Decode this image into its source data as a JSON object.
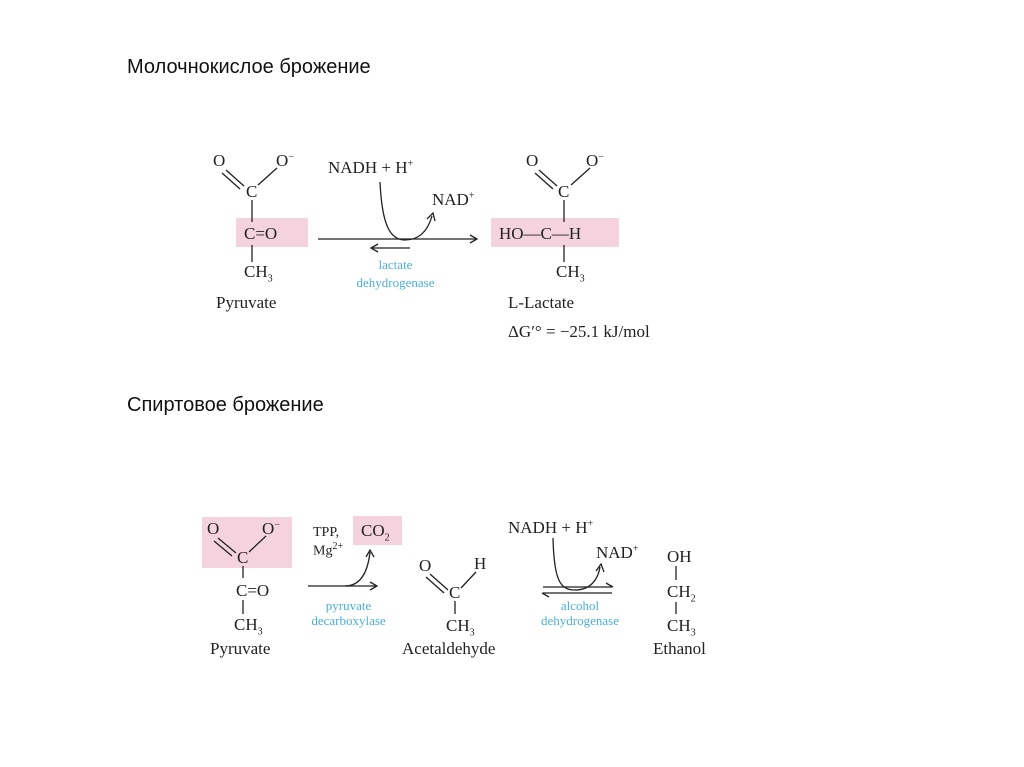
{
  "slide": {
    "title_lactic": "Молочнокислое брожение",
    "title_alcoholic": "Спиртовое брожение",
    "colors": {
      "highlight": "#f4d3df",
      "enzyme": "#4ab0dc"
    }
  },
  "lactic": {
    "pyruvate": {
      "o": "O",
      "o_minus": "O",
      "c": "C",
      "keto": "C=O",
      "ch3": "CH",
      "ch3_sub": "3",
      "name": "Pyruvate"
    },
    "cofactor_in": "NADH + H",
    "cofactor_out": "NAD",
    "enzyme_line1": "lactate",
    "enzyme_line2": "dehydrogenase",
    "lactate": {
      "o": "O",
      "o_minus": "O",
      "c": "C",
      "center": "HO—C—H",
      "ch3": "CH",
      "ch3_sub": "3",
      "name": "L-Lactate"
    },
    "delta_g": "ΔG′° = −25.1 kJ/mol"
  },
  "alcoholic": {
    "pyruvate": {
      "o": "O",
      "o_minus": "O",
      "c": "C",
      "keto": "C=O",
      "ch3": "CH",
      "ch3_sub": "3",
      "name": "Pyruvate"
    },
    "co2": "CO",
    "co2_sub": "2",
    "cofactor1": "TPP,",
    "cofactor2": "Mg",
    "enzyme1_line1": "pyruvate",
    "enzyme1_line2": "decarboxylase",
    "acetaldehyde": {
      "o": "O",
      "h": "H",
      "c": "C",
      "ch3": "CH",
      "ch3_sub": "3",
      "name": "Acetaldehyde"
    },
    "cofactor_in": "NADH + H",
    "cofactor_out": "NAD",
    "enzyme2_line1": "alcohol",
    "enzyme2_line2": "dehydrogenase",
    "ethanol": {
      "oh": "OH",
      "ch2": "CH",
      "ch2_sub": "2",
      "ch3": "CH",
      "ch3_sub": "3",
      "name": "Ethanol"
    }
  }
}
